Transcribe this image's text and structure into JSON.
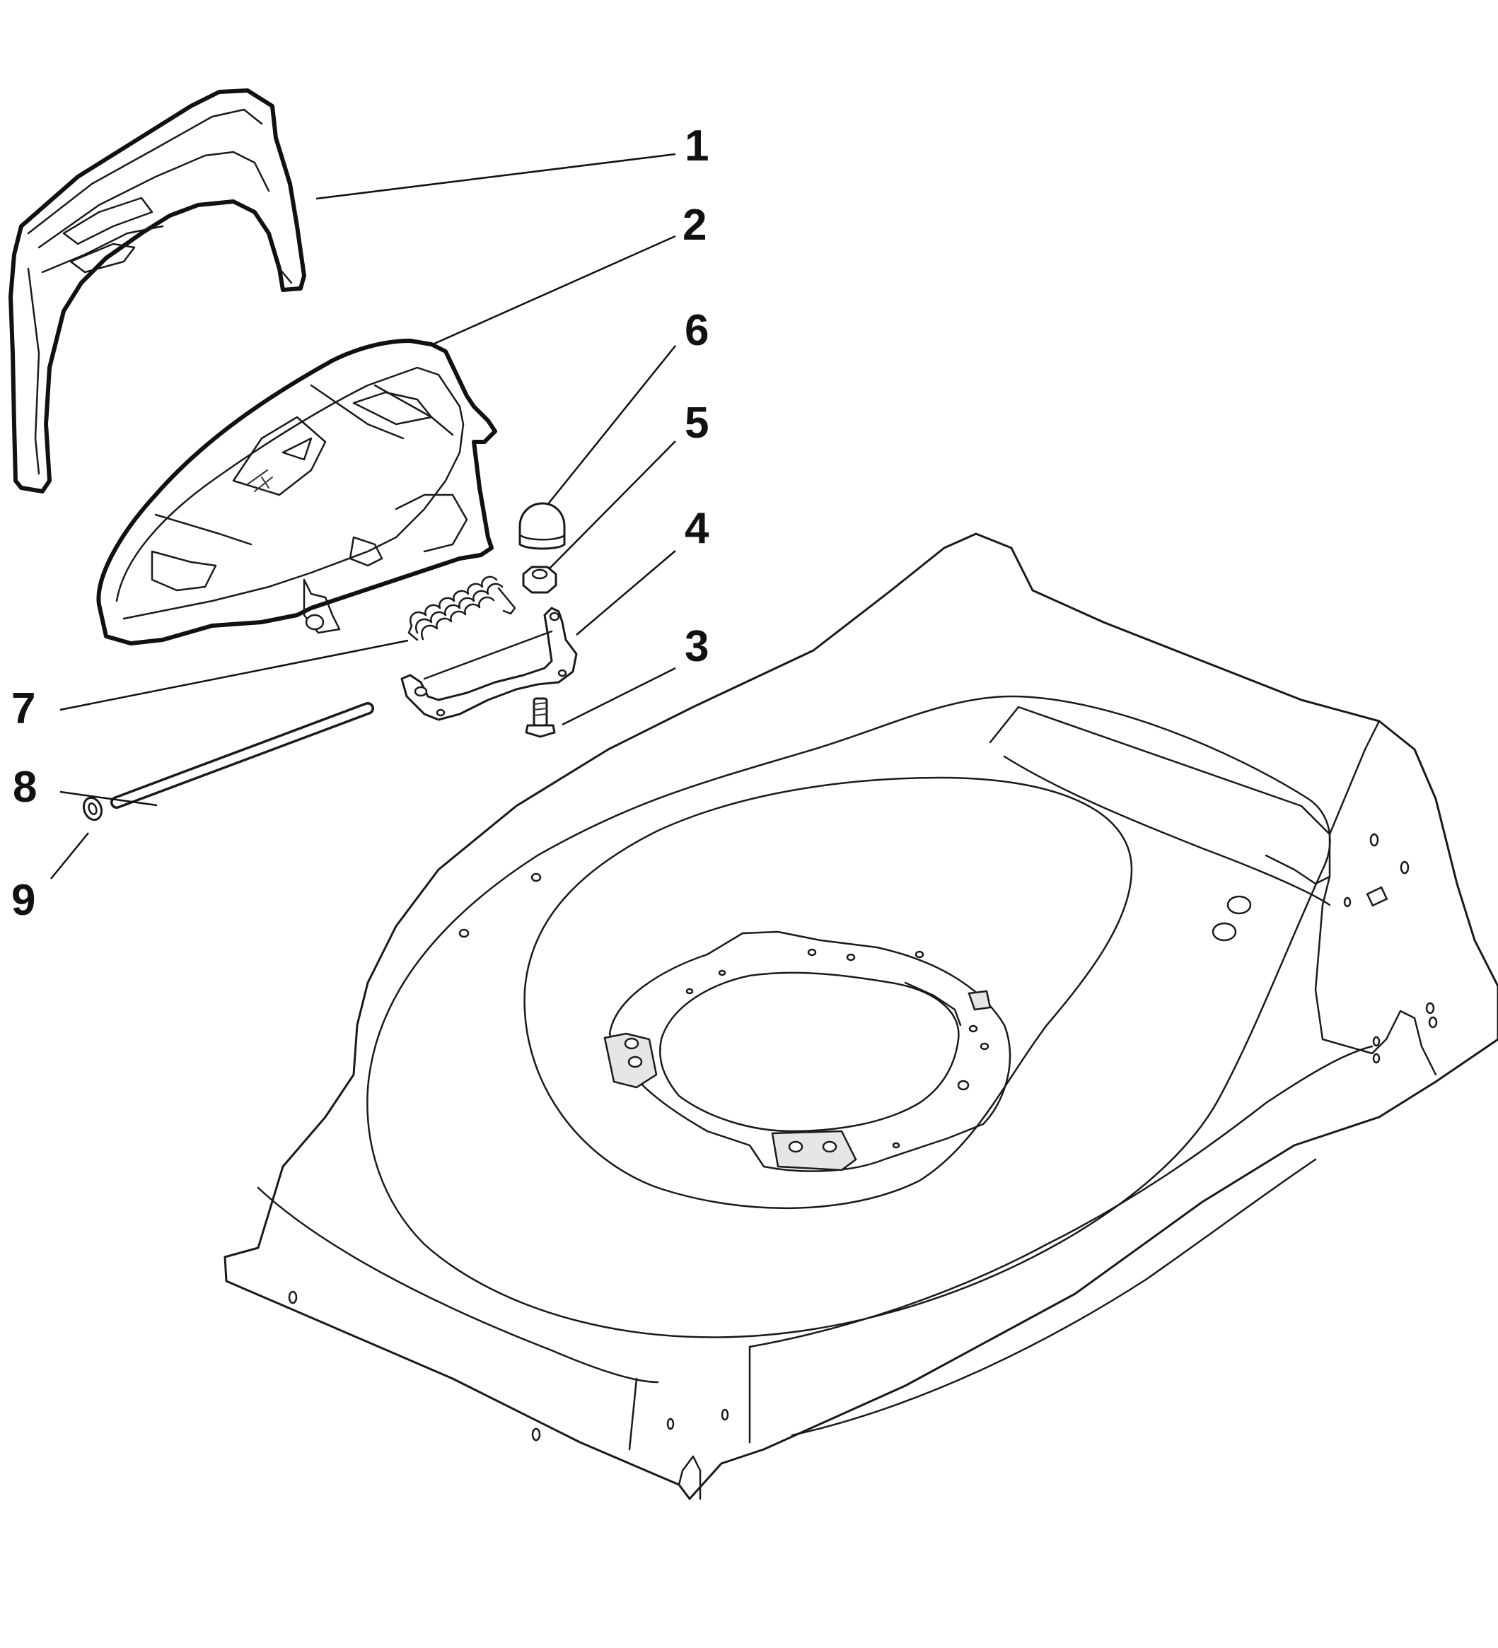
{
  "callouts": [
    {
      "id": "1",
      "label": "1"
    },
    {
      "id": "2",
      "label": "2"
    },
    {
      "id": "6",
      "label": "6"
    },
    {
      "id": "5",
      "label": "5"
    },
    {
      "id": "4",
      "label": "4"
    },
    {
      "id": "3",
      "label": "3"
    },
    {
      "id": "7",
      "label": "7"
    },
    {
      "id": "8",
      "label": "8"
    },
    {
      "id": "9",
      "label": "9"
    }
  ]
}
